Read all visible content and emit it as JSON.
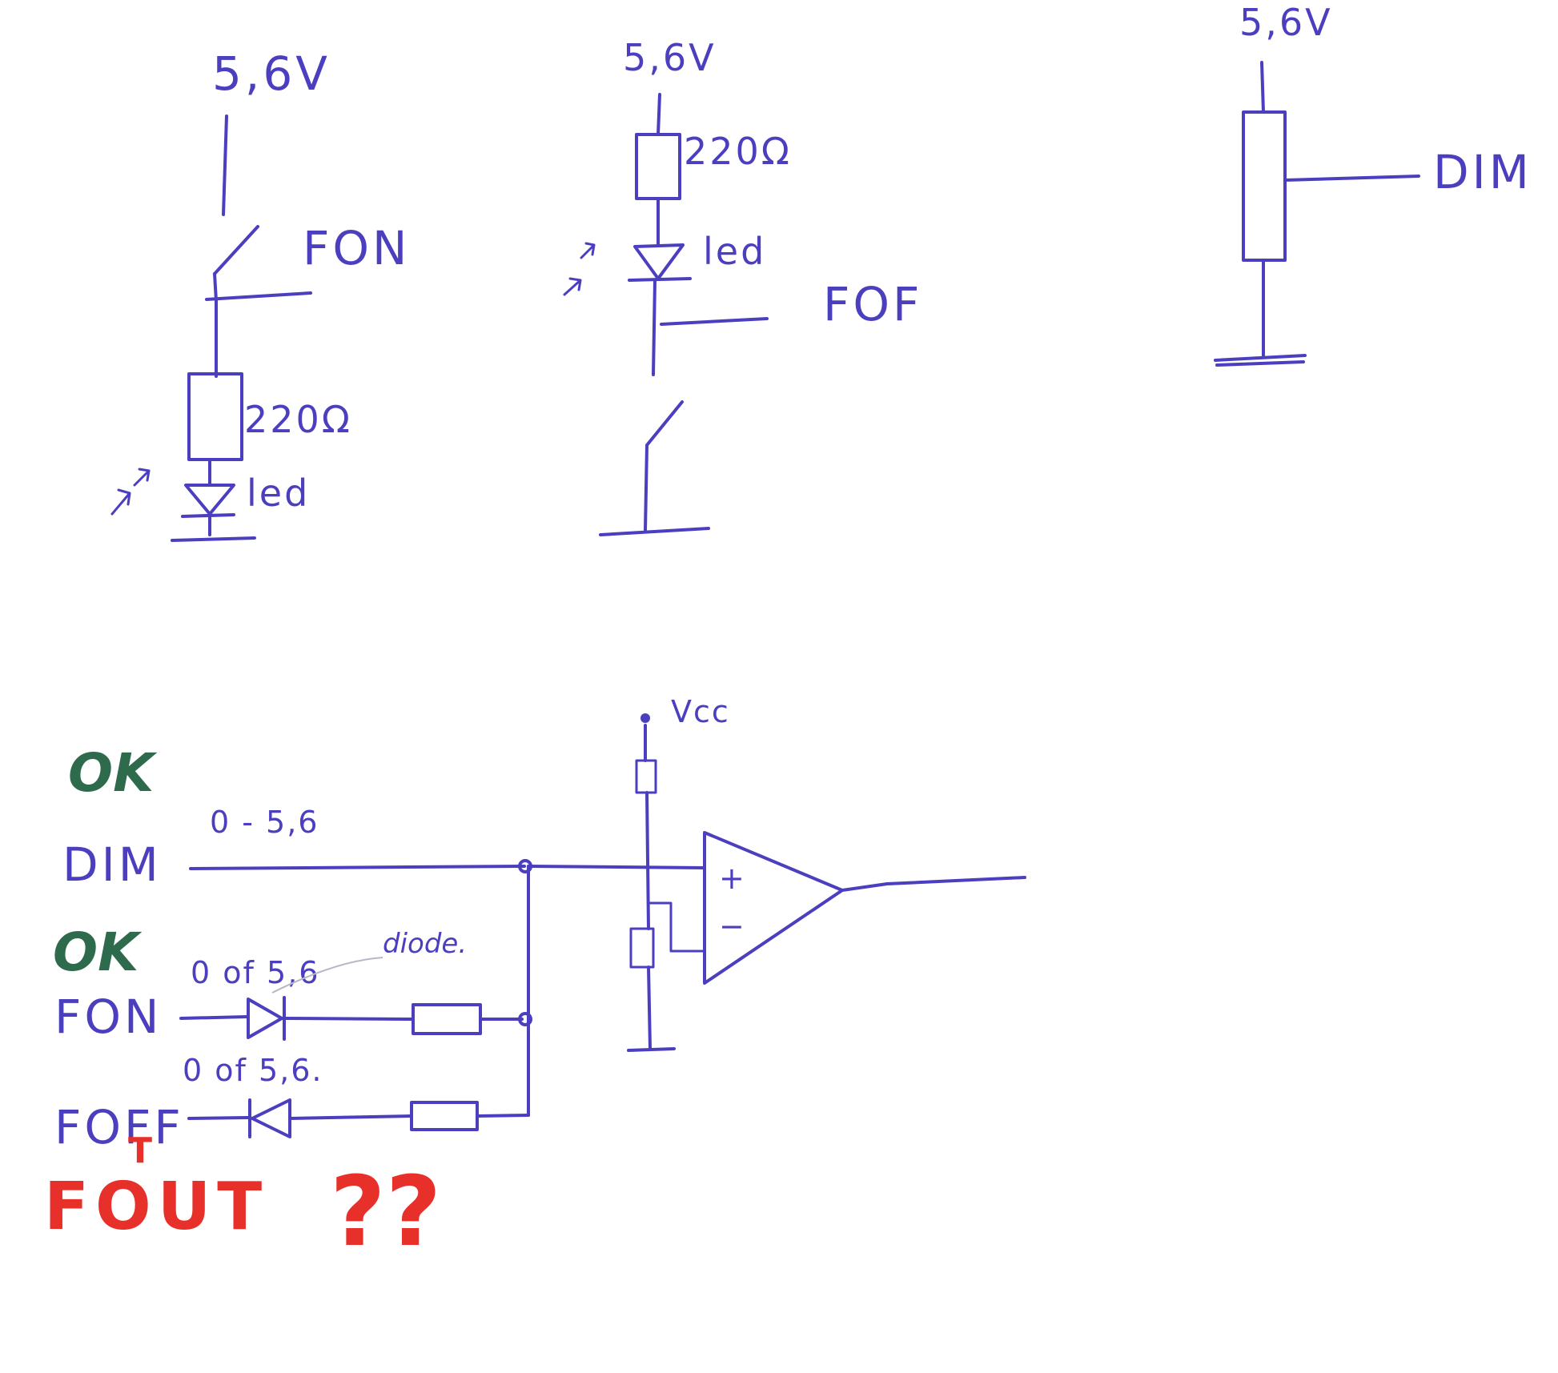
{
  "labels": {
    "supply": "5,6V",
    "supply_b": "5,6V",
    "supply_c": "5,6V",
    "fon": "FON",
    "fof": "FOF",
    "dim": "DIM",
    "resistor_a": "220Ω",
    "resistor_b": "220Ω",
    "led_a": "led",
    "led_b": "led",
    "vcc": "Vcc",
    "ok_1": "OK",
    "ok_2": "OK",
    "in_dim": "DIM",
    "in_fon": "FON",
    "in_foff": "FOFF",
    "range_dim": "0 - 5,6",
    "range_fon": "0 of 5,6",
    "range_foff": "0 of 5,6.",
    "diode_note": "diode.",
    "fout_t": "T",
    "fout": "FOUT",
    "question": "??",
    "plus": "+",
    "minus": "−"
  },
  "colors": {
    "ink": "#4b3fbf",
    "ok_marker": "#2e6b4c",
    "error_marker": "#e8302b"
  }
}
